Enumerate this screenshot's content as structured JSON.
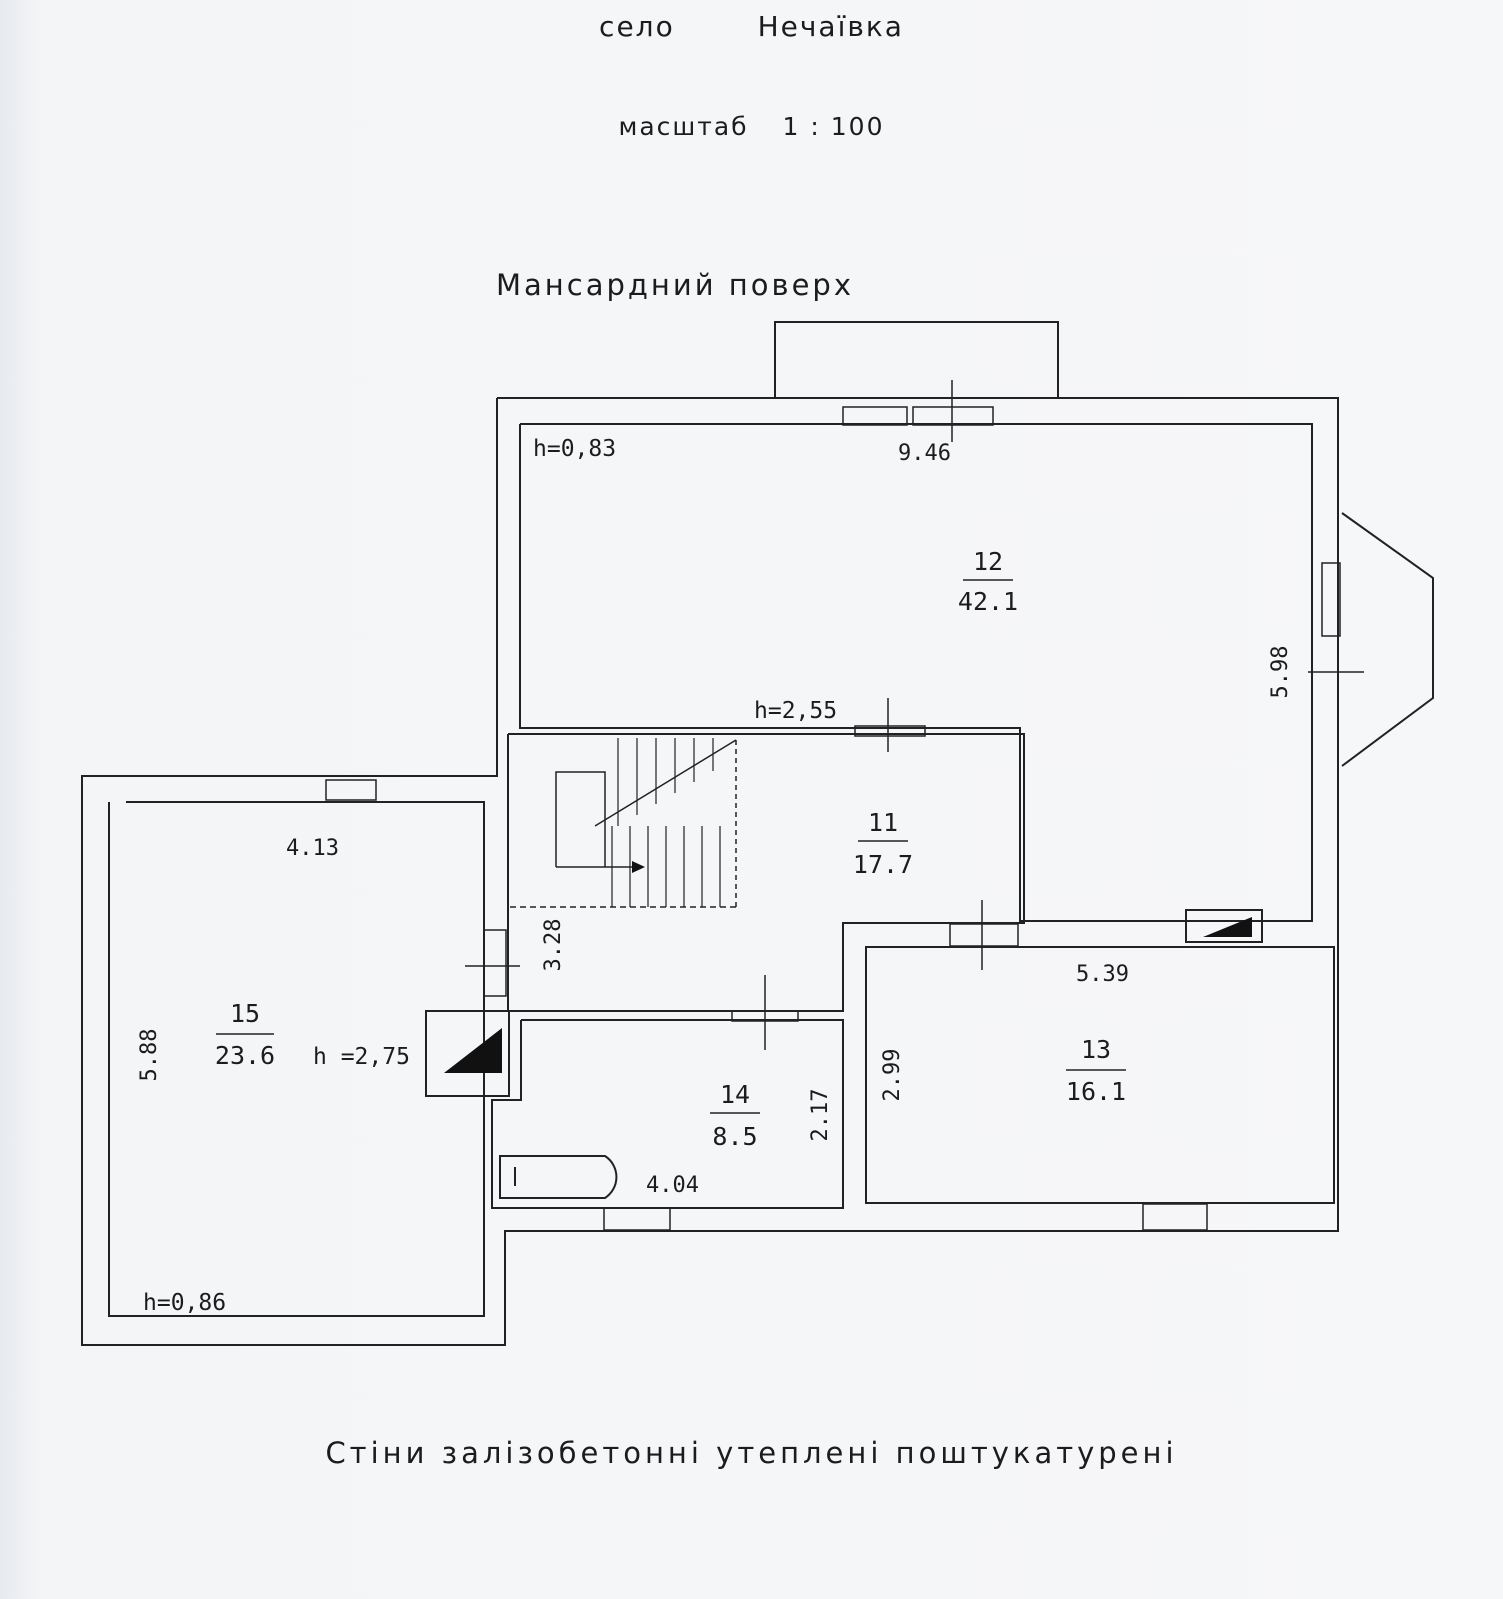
{
  "header": {
    "settlement_type": "село",
    "settlement_name": "Нечаївка",
    "scale_label": "масштаб",
    "scale_value": "1 : 100"
  },
  "floor_title": "Мансардний поверх",
  "rooms": [
    {
      "number": "12",
      "area": "42.1"
    },
    {
      "number": "11",
      "area": "17.7"
    },
    {
      "number": "15",
      "area": "23.6"
    },
    {
      "number": "14",
      "area": "8.5"
    },
    {
      "number": "13",
      "area": "16.1"
    }
  ],
  "heights": {
    "room12": "h=0,83",
    "room11": "h=2,55",
    "room15": "h =2,75",
    "room15_corner": "h=0,86"
  },
  "dimensions": {
    "room12_width": "9.46",
    "room12_depth": "5.98",
    "room15_width": "4.13",
    "room15_depth": "5.88",
    "room11_depth": "3.28",
    "room14_width": "4.04",
    "room14_depth": "2.17",
    "room13_width": "5.39",
    "room13_depth": "2.99"
  },
  "footer_note": "Стіни залізобетонні утеплені поштукатурені"
}
